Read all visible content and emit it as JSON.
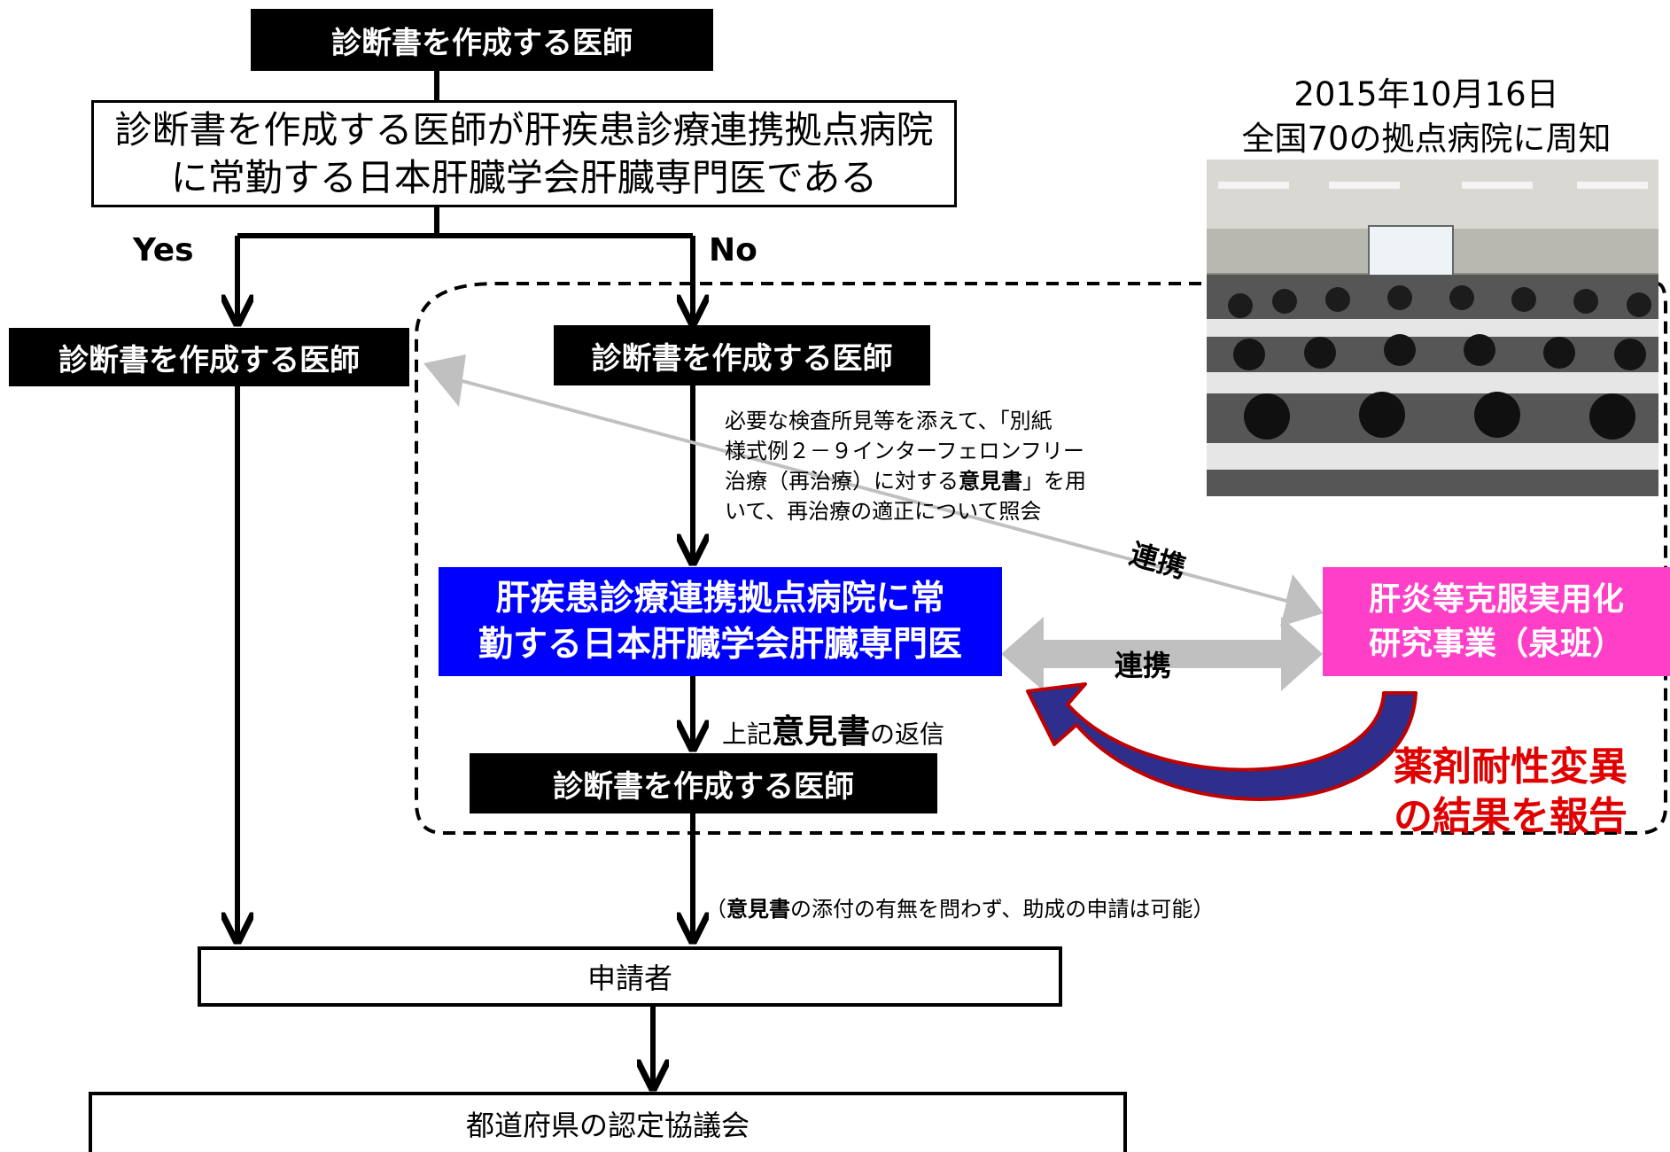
{
  "top_box": "診断書を作成する医師",
  "question_box": {
    "line1": "診断書を作成する医師が肝疾患診療連携拠点病院",
    "line2": "に常勤する日本肝臓学会肝臓専門医である"
  },
  "branch_yes": "Yes",
  "branch_no": "No",
  "yes_doctor_box": "診断書を作成する医師",
  "no_doctor_box": "診断書を作成する医師",
  "inquiry_note": {
    "line1": "必要な検査所見等を添えて、「別紙",
    "line2": "様式例２－９インターフェロンフリー",
    "line3_pre": "治療（再治療）に対する",
    "line3_bold": "意見書",
    "line3_post": "」を用",
    "line4": "いて、再治療の適正について照会"
  },
  "specialist_box": {
    "line1": "肝疾患診療連携拠点病院に常",
    "line2": "勤する日本肝臓学会肝臓専門医"
  },
  "research_box": {
    "line1": "肝炎等克服実用化",
    "line2": "研究事業（泉班）"
  },
  "cooperation_label_1": "連携",
  "cooperation_label_2": "連携",
  "reply_note": {
    "pre": "上記",
    "bold": "意見書",
    "post": "の返信"
  },
  "report_label": {
    "line1": "薬剤耐性変異",
    "line2": "の結果を報告"
  },
  "final_doctor_box": "診断書を作成する医師",
  "attach_note": {
    "pre": "（",
    "bold": "意見書",
    "post": "の添付の有無を問わず、助成の申請は可能）"
  },
  "applicant_box": "申請者",
  "council_box": "都道府県の認定協議会",
  "photo_caption": {
    "line1": "2015年10月16日",
    "line2": "全国70の拠点病院に周知"
  },
  "colors": {
    "specialist_fill": "#0000ff",
    "research_fill": "#ff3fc8",
    "report_text": "#e00000",
    "cooperation_arrow": "#c0c0c0",
    "report_arrow_fill": "#2e2e8c",
    "report_arrow_stroke": "#c00000"
  }
}
